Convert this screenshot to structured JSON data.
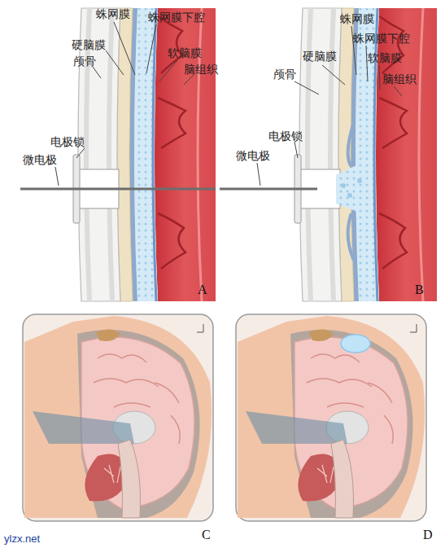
{
  "diagram": {
    "labels": [
      "蛛网膜",
      "硬脑膜",
      "蛛网膜下腔",
      "颅骨",
      "软脑膜",
      "脑组织",
      "电极锁",
      "微电极",
      "A",
      "蛛网膜",
      "硬脑膜",
      "蛛网膜下腔",
      "颅骨",
      "软脑膜",
      "脑组织",
      "电极锁",
      "微电极",
      "B",
      "C",
      "D",
      "ylzx.net"
    ]
  }
}
